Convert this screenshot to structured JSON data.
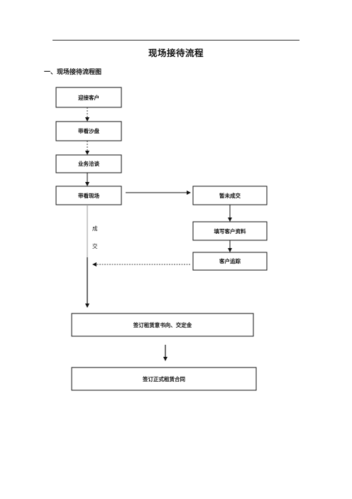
{
  "page": {
    "title": "现场接待流程",
    "section_heading": "一、现场接待流程图"
  },
  "flow": {
    "welcome": "迎接客户",
    "sandtable": "带看沙盘",
    "negotiation": "业务洽谈",
    "site_visit": "带看现场",
    "not_closed": "暂未成交",
    "fill_info": "填写客户资料",
    "follow_up": "客户追踪",
    "deal_char_1": "成",
    "deal_char_2": "交",
    "intent_deposit": "签订租赁意书向、交定金",
    "formal_contract": "签订正式租赁合同"
  }
}
